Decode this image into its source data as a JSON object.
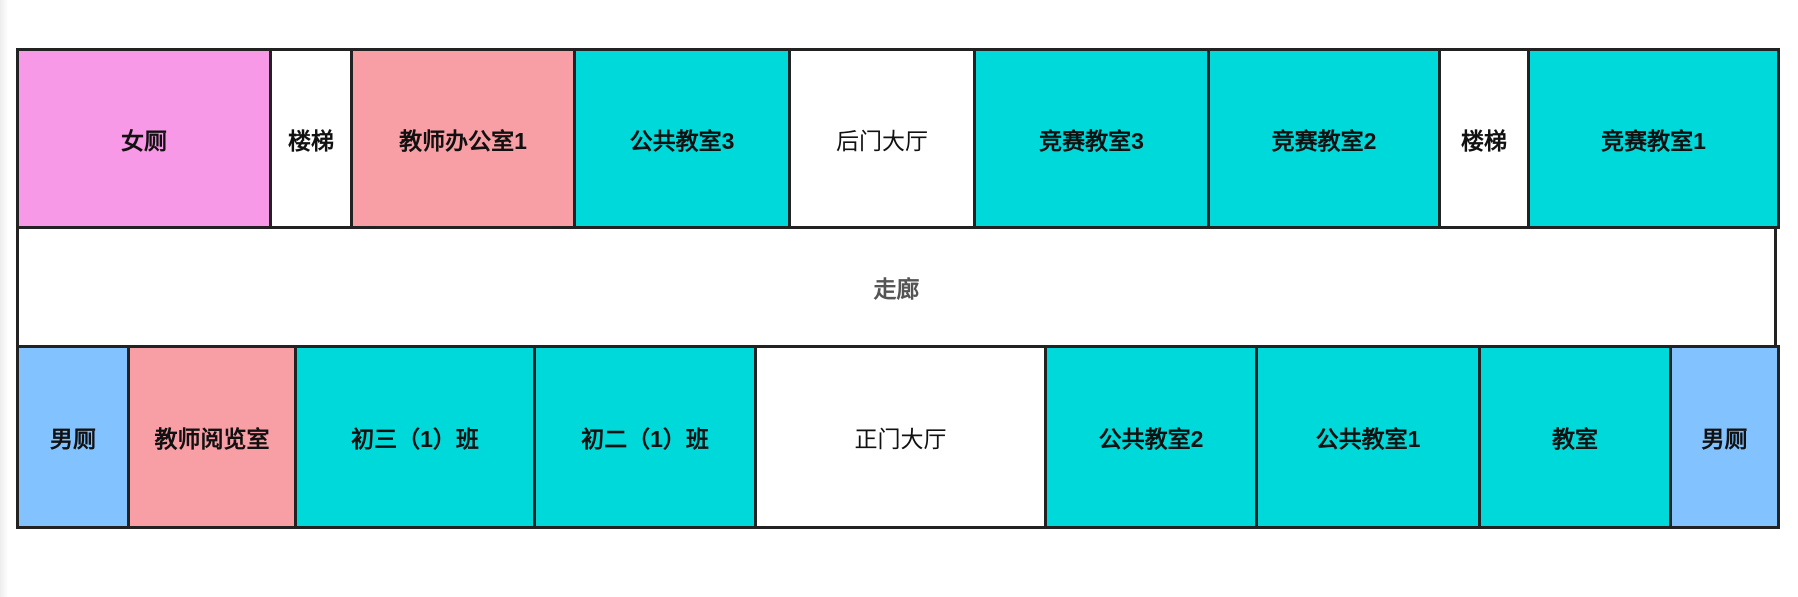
{
  "colors": {
    "girls_toilet": "#f799e6",
    "teacher": "#f89fa6",
    "classroom": "#00d9d9",
    "boys_toilet": "#82c2ff",
    "open": "#ffffff"
  },
  "top_row": [
    {
      "label": "女厕",
      "type": "girls_toilet"
    },
    {
      "label": "楼梯",
      "type": "open"
    },
    {
      "label": "教师办公室1",
      "type": "teacher"
    },
    {
      "label": "公共教室3",
      "type": "classroom"
    },
    {
      "label": "后门大厅",
      "type": "open"
    },
    {
      "label": "竞赛教室3",
      "type": "classroom"
    },
    {
      "label": "竞赛教室2",
      "type": "classroom"
    },
    {
      "label": "楼梯",
      "type": "open"
    },
    {
      "label": "竞赛教室1",
      "type": "classroom"
    }
  ],
  "corridor": {
    "label": "走廊"
  },
  "bottom_row": [
    {
      "label": "男厕",
      "type": "boys_toilet"
    },
    {
      "label": "教师阅览室",
      "type": "teacher"
    },
    {
      "label": "初三（1）班",
      "type": "classroom"
    },
    {
      "label": "初二（1）班",
      "type": "classroom"
    },
    {
      "label": "正门大厅",
      "type": "open"
    },
    {
      "label": "公共教室2",
      "type": "classroom"
    },
    {
      "label": "公共教室1",
      "type": "classroom"
    },
    {
      "label": "教室",
      "type": "classroom"
    },
    {
      "label": "男厕",
      "type": "boys_toilet"
    }
  ]
}
